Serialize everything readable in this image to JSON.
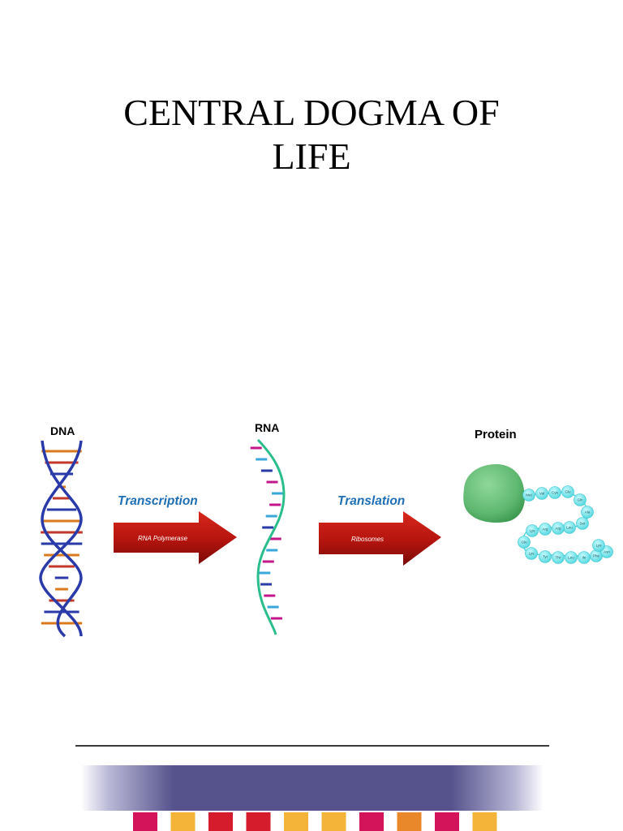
{
  "title": {
    "line1": "CENTRAL DOGMA OF",
    "line2": "LIFE"
  },
  "diagram": {
    "dna_label": "DNA",
    "rna_label": "RNA",
    "protein_label": "Protein",
    "transcription": {
      "label": "Transcription",
      "enzyme": "RNA Polymerase"
    },
    "translation": {
      "label": "Translation",
      "enzyme": "Ribosomes"
    },
    "amino_acids": [
      "Met",
      "Val",
      "Cys",
      "Glu",
      "Gln",
      "Ala",
      "Ser",
      "Leu",
      "Arg",
      "Arg",
      "Lys",
      "Glu",
      "Lys",
      "Tyr",
      "Thr",
      "Leu",
      "Ile",
      "Phe",
      "Asn",
      "Lys"
    ]
  },
  "colors": {
    "accent_text": "#1f6fb4",
    "arrow_red": "#b4140e",
    "dna_strand": "#2a3aa8",
    "rna_strand": "#2bbd8c",
    "protein_blob": "#6fc27e",
    "amino_acid_bead": "#6fe3e8",
    "footer_band": "#56528c",
    "footer_squares": [
      "#d4145a",
      "#f4b43a",
      "#d41c2c",
      "#d41c2c",
      "#f4b43a",
      "#f4b43a",
      "#d4145a",
      "#e8882a",
      "#d4145a",
      "#f4b43a"
    ]
  }
}
